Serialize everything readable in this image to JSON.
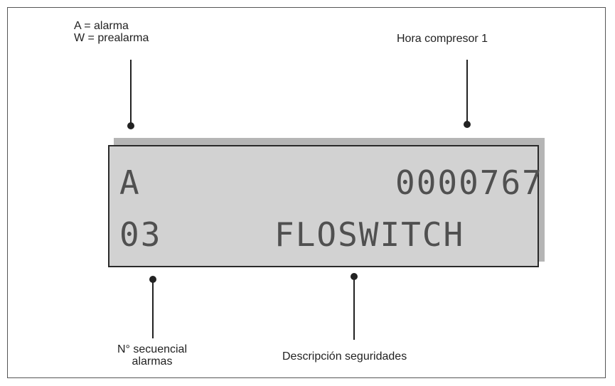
{
  "labels": {
    "alarm_line1": "A = alarma",
    "alarm_line2": "W = prealarma",
    "compressor_hours": "Hora compresor 1",
    "sequence_line1": "N° secuencial",
    "sequence_line2": "alarmas",
    "description": "Descripción seguridades"
  },
  "lcd": {
    "row1_type": "A",
    "row1_hours": "0000767",
    "row2_sequence": "03",
    "row2_description": "FLOSWITCH"
  },
  "colors": {
    "lcd_background": "#d2d2d2",
    "lcd_shadow": "#b5b5b5",
    "lcd_text": "#505050",
    "ink": "#222222"
  }
}
